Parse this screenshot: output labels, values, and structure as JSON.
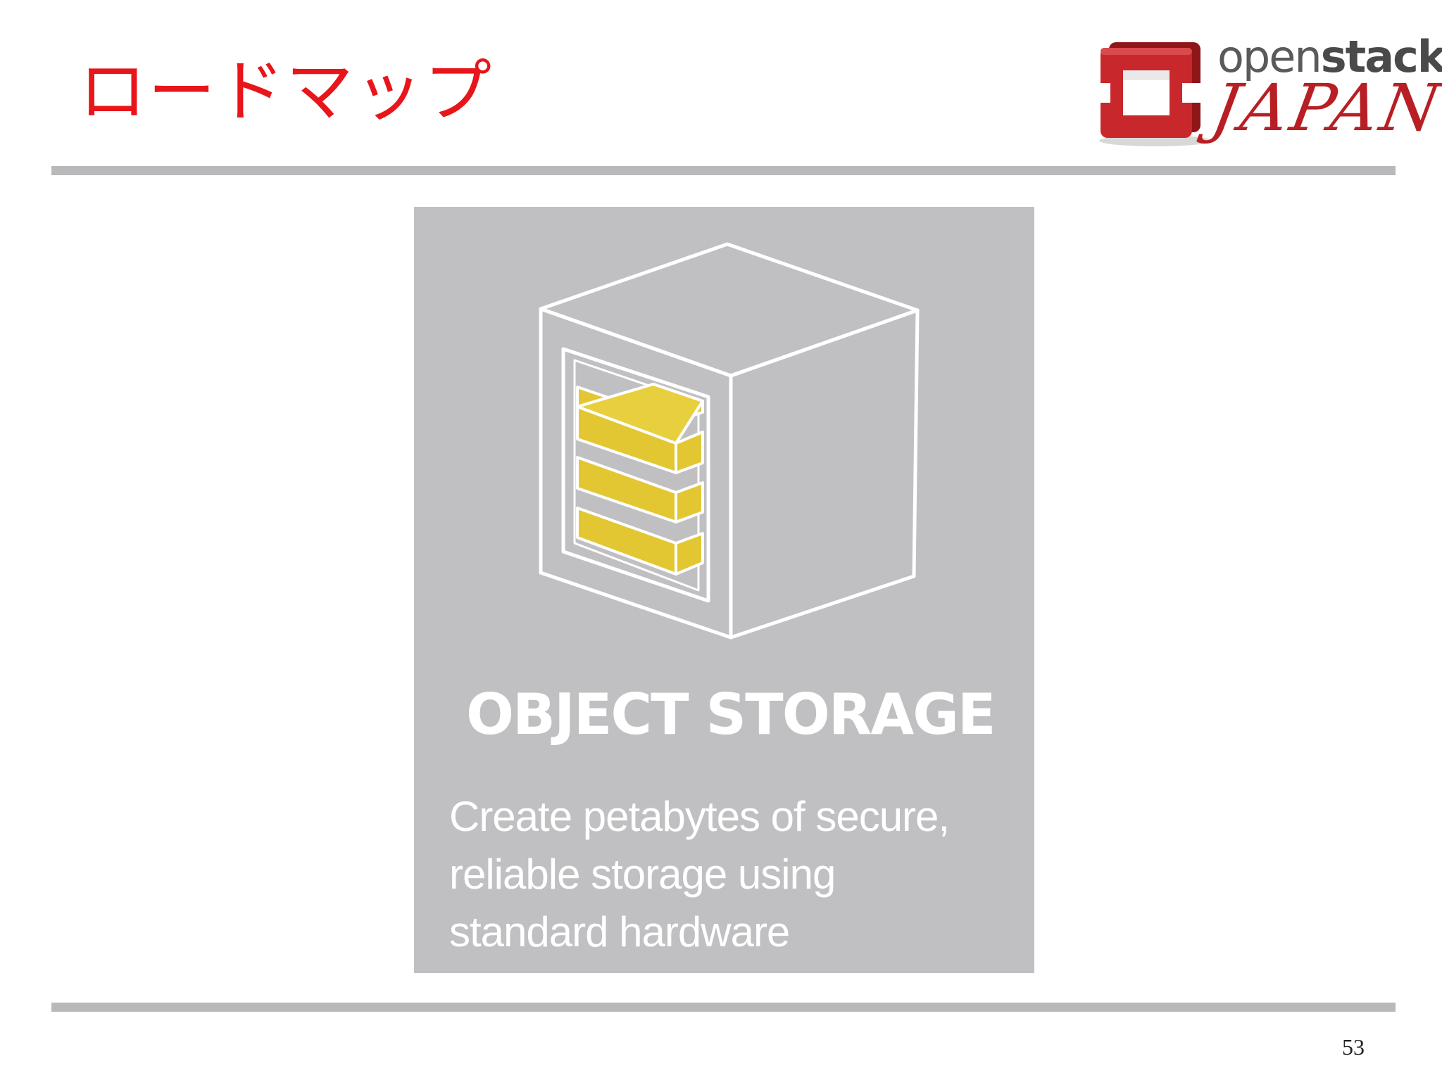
{
  "slide": {
    "title": "ロードマップ",
    "page_number": "53"
  },
  "logo": {
    "word_part1": "open",
    "word_part2": "stack",
    "trademark": "™",
    "region": "JAPAN"
  },
  "card": {
    "heading": "OBJECT STORAGE",
    "lines": [
      "Create petabytes of secure,",
      "reliable storage using",
      "standard hardware"
    ]
  },
  "colors": {
    "title_red": "#e8151b",
    "card_gray": "#c0bfc2",
    "rule_gray": "#b9b9bb",
    "drive_yellow": "#e2c733",
    "logo_red": "#b81f24"
  }
}
